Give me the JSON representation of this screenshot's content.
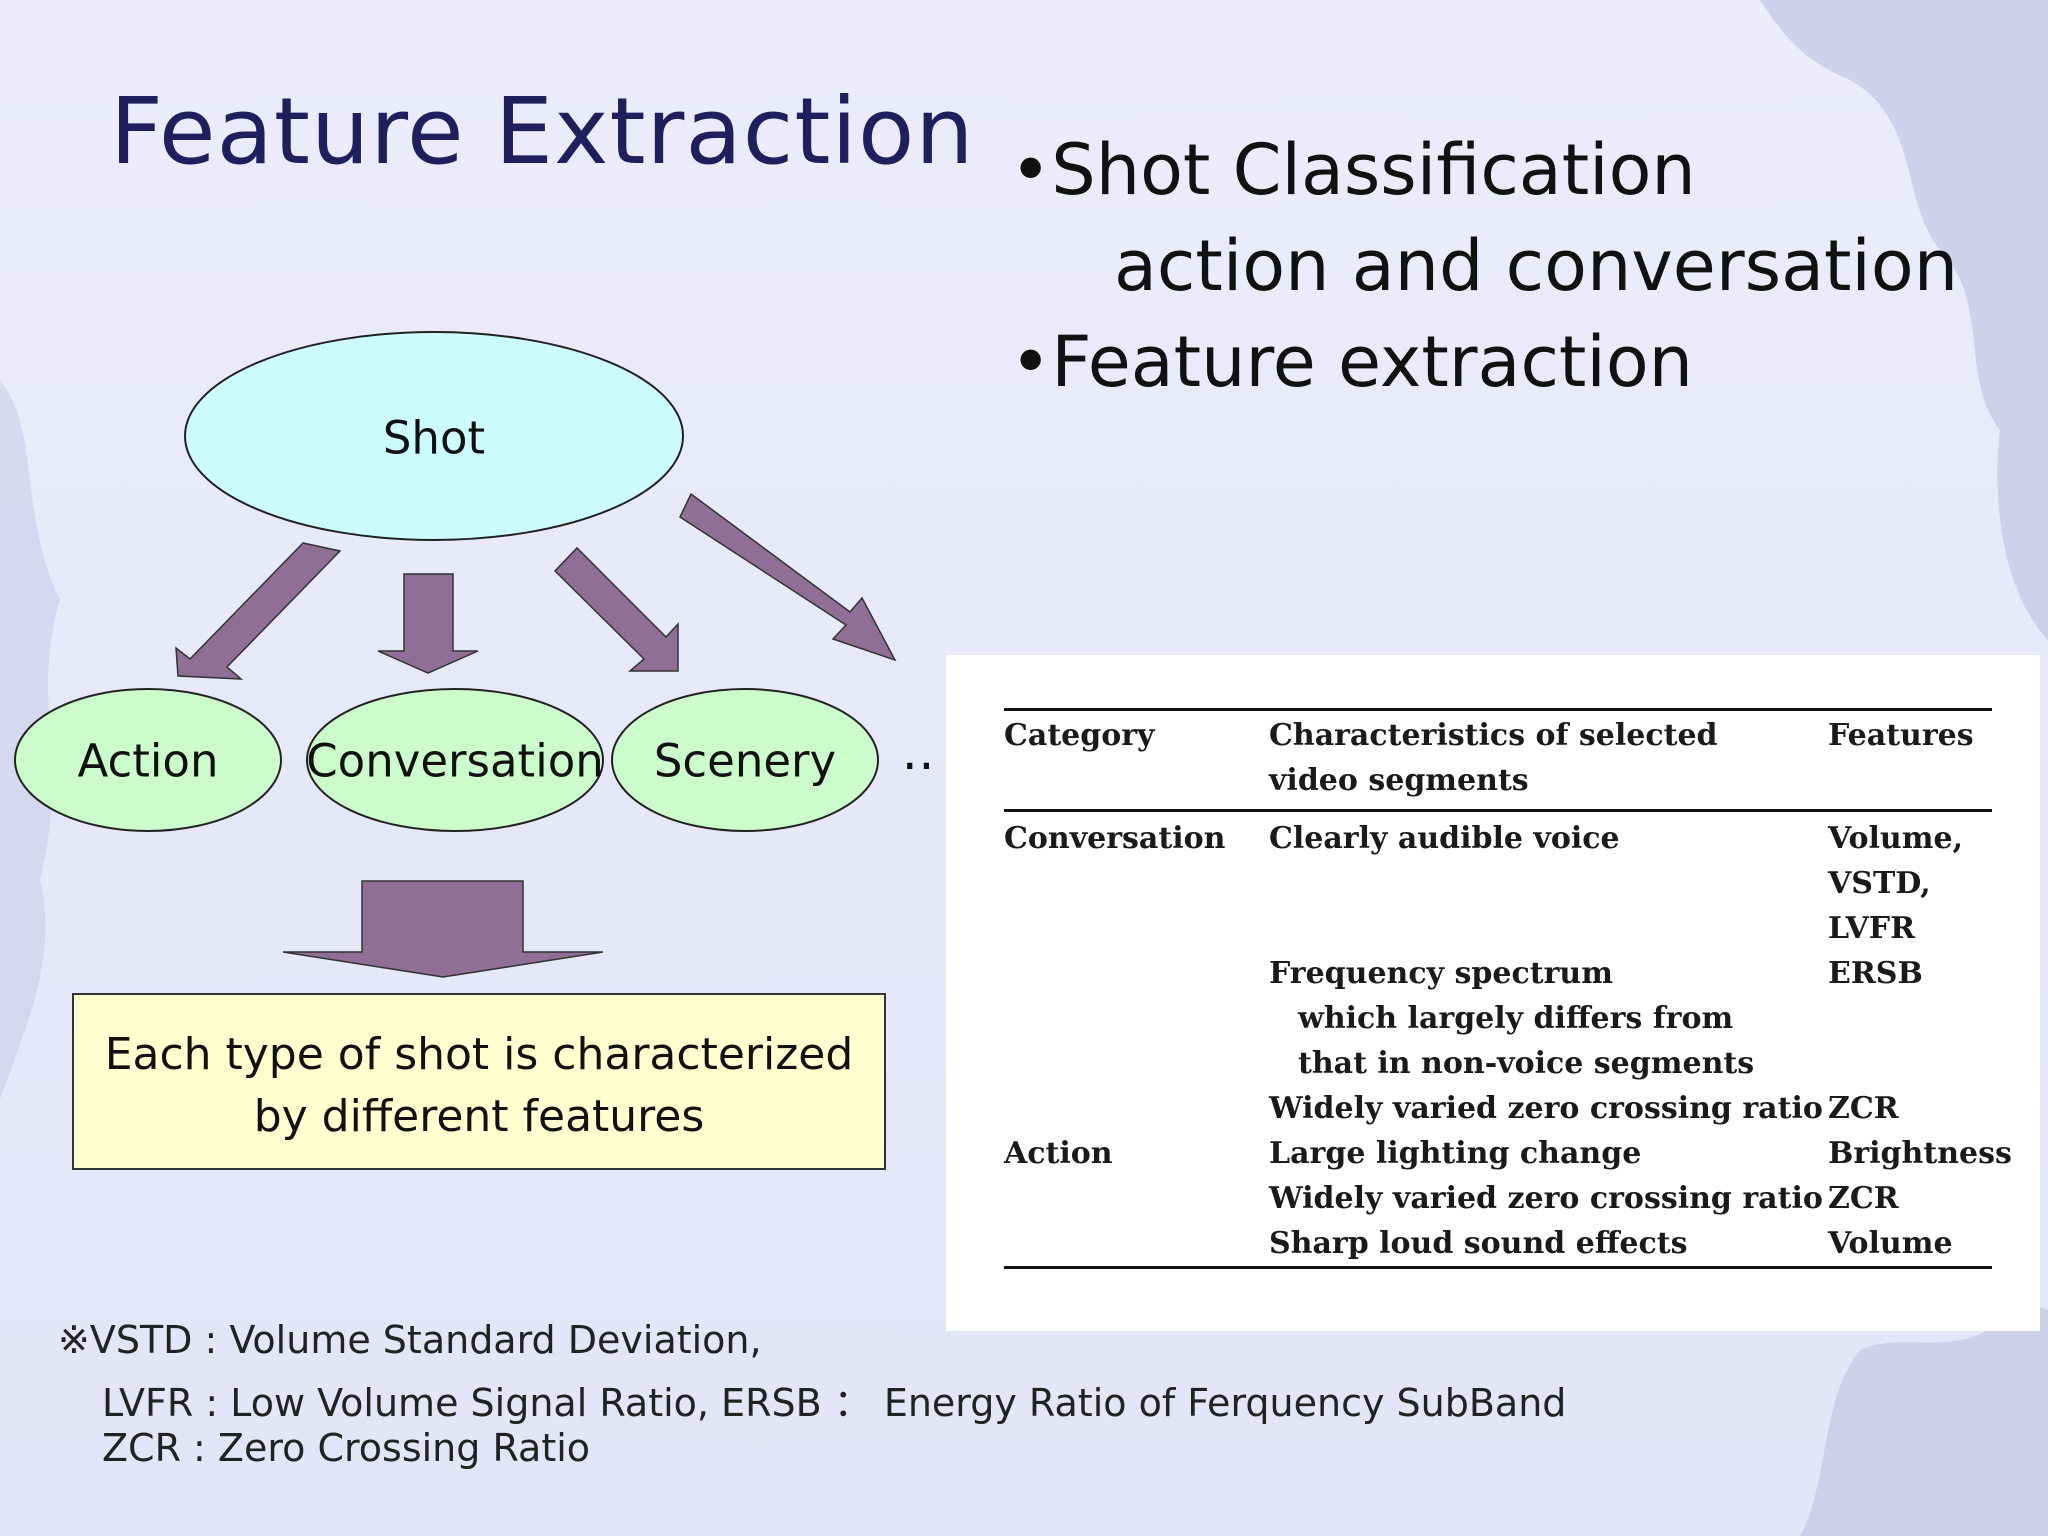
{
  "slide": {
    "title": "Feature Extraction",
    "bullets": [
      {
        "text": "•Shot Classification",
        "sub": "action and conversation"
      },
      {
        "text": "•Feature extraction"
      }
    ]
  },
  "diagram": {
    "root": "Shot",
    "children": [
      "Action",
      "Conversation",
      "Scenery"
    ],
    "ellipsis": "‥",
    "note": [
      "Each type of shot is characterized",
      "by different features"
    ]
  },
  "table": {
    "headers": [
      "Category",
      "Characteristics of selected",
      "video segments",
      "Features"
    ],
    "rows": [
      {
        "category": "Conversation",
        "characteristic": [
          "Clearly audible voice"
        ],
        "features": [
          "Volume,",
          "VSTD,",
          "LVFR"
        ]
      },
      {
        "category": "",
        "characteristic": [
          "Frequency spectrum",
          "which largely differs from",
          "that in non-voice segments"
        ],
        "features": [
          "ERSB"
        ]
      },
      {
        "category": "",
        "characteristic": [
          "Widely varied zero crossing ratio"
        ],
        "features": [
          "ZCR"
        ]
      },
      {
        "category": "Action",
        "characteristic": [
          "Large lighting change"
        ],
        "features": [
          "Brightness"
        ]
      },
      {
        "category": "",
        "characteristic": [
          "Widely varied zero crossing ratio"
        ],
        "features": [
          "ZCR"
        ]
      },
      {
        "category": "",
        "characteristic": [
          "Sharp loud sound effects"
        ],
        "features": [
          "Volume"
        ]
      }
    ]
  },
  "footnote": [
    "※VSTD : Volume Standard Deviation,",
    "LVFR : Low Volume Signal Ratio,  ERSB ： Energy Ratio of Ferquency SubBand",
    "ZCR : Zero Crossing Ratio"
  ],
  "colors": {
    "root_fill": "#ccfcfd",
    "child_fill": "#ccfccc",
    "arrow_fill": "#8f6f96",
    "note_fill": "#ffffd0",
    "title_color": "#1f1f5e"
  }
}
